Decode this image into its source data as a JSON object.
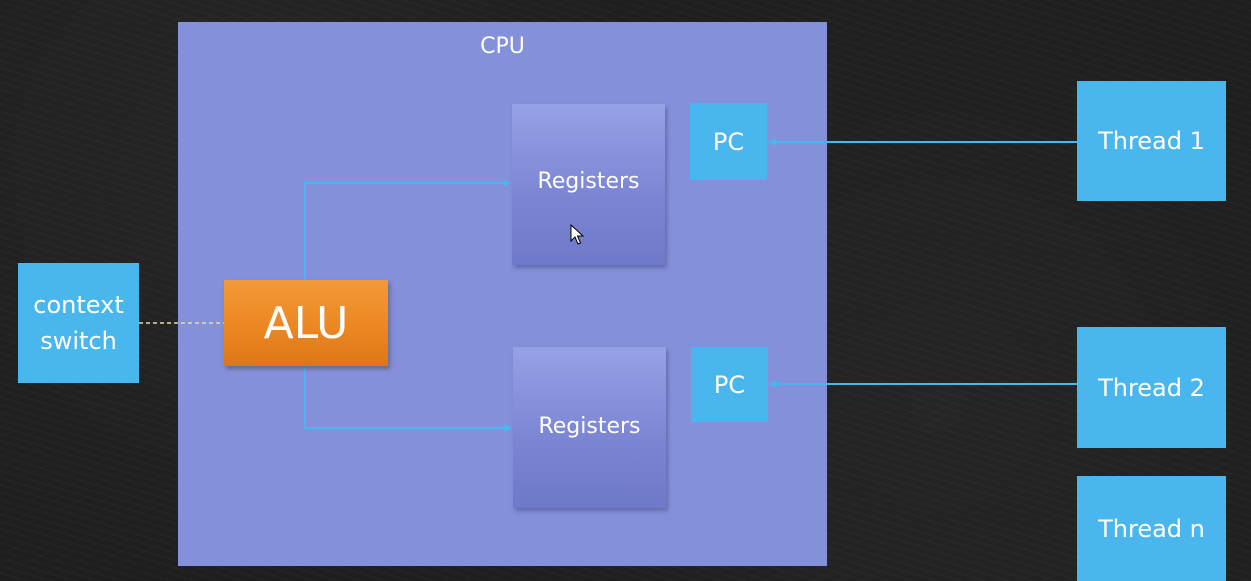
{
  "cpu": {
    "label": "CPU"
  },
  "registers": [
    {
      "label": "Registers"
    },
    {
      "label": "Registers"
    }
  ],
  "program_counters": [
    {
      "label": "PC"
    },
    {
      "label": "PC"
    }
  ],
  "threads": [
    {
      "label": "Thread 1"
    },
    {
      "label": "Thread 2"
    },
    {
      "label": "Thread n"
    }
  ],
  "alu": {
    "label": "ALU"
  },
  "context_switch": {
    "line1": "context",
    "line2": "switch"
  },
  "icons": {
    "cursor": "mouse-pointer-icon"
  },
  "colors": {
    "cpu": "#8490da",
    "register": "#7a84d2",
    "blue_box": "#49b6ee",
    "alu": "#ec8722",
    "arrow": "#49b6ee",
    "dashed_link": "#e8d9a0",
    "background": "#1e1e1e"
  }
}
